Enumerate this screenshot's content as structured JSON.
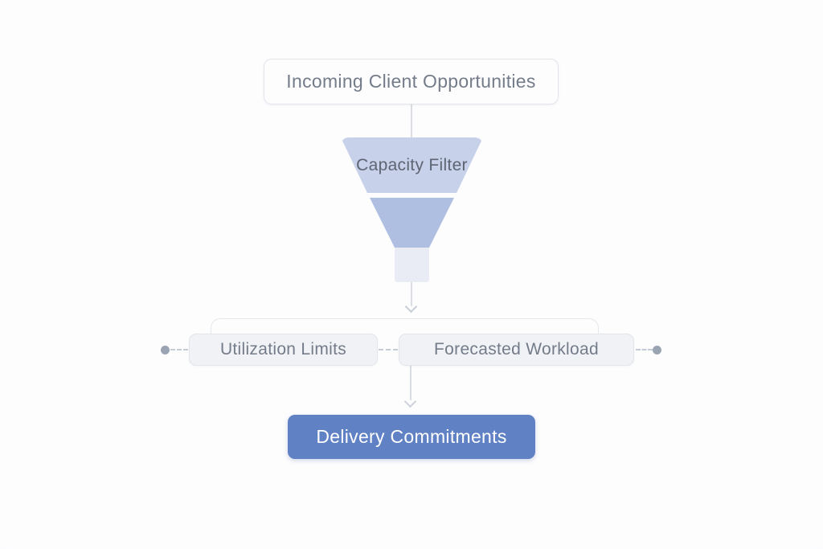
{
  "diagram": {
    "type": "flowchart-funnel",
    "nodes": {
      "top_box": {
        "label": "Incoming Client Opportunities"
      },
      "funnel": {
        "label": "Capacity Filter"
      },
      "left_box": {
        "label": "Utilization Limits"
      },
      "right_box": {
        "label": "Forecasted Workload"
      },
      "bottom_box": {
        "label": "Delivery Commitments"
      }
    },
    "flow": [
      "Incoming Client Opportunities -> Capacity Filter (funnel)",
      "Capacity Filter -> Utilization Limits + Forecasted Workload (branch)",
      "Utilization Limits + Forecasted Workload -> Delivery Commitments"
    ]
  },
  "colors": {
    "funnel_top": "#c8d1ea",
    "funnel_mid": "#aebfe2",
    "funnel_stem": "#e9ecf4",
    "accent_blue": "#6081c4",
    "box_bg": "#f0f2f6",
    "box_border": "#e2e5ea",
    "line": "#dadee4",
    "dash": "#c6ccd5",
    "dot": "#9aa4b3",
    "text_gray": "#747c8a"
  }
}
